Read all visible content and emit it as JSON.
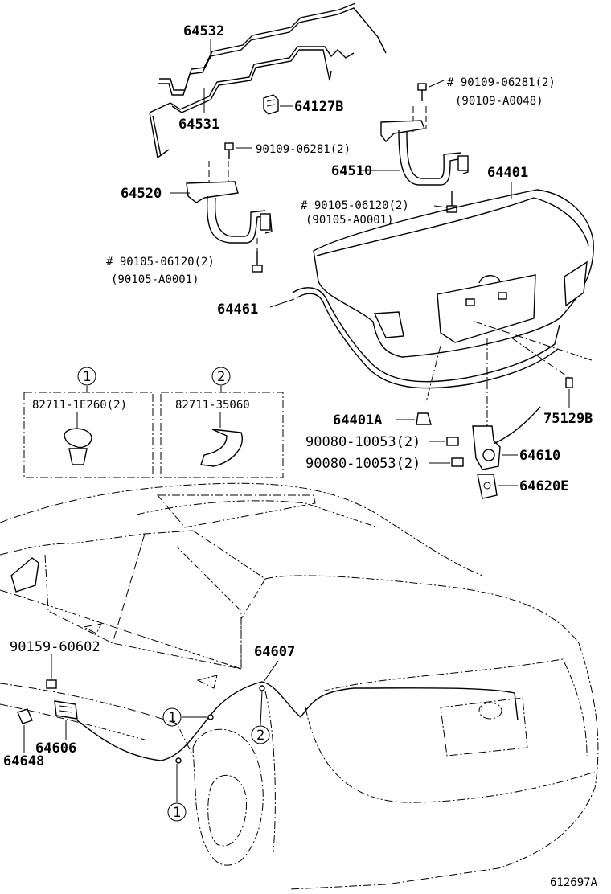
{
  "labels": {
    "p64532": "64532",
    "p64531": "64531",
    "p64127b": "64127B",
    "p90109_06281_top": "# 90109-06281(2)",
    "p90109_a0048": "(90109-A0048)",
    "p90109_06281_left": "90109-06281(2)",
    "p64510": "64510",
    "p64401": "64401",
    "p64520": "64520",
    "p90105_06120_right": "# 90105-06120(2)",
    "p90105_a0001_right": "(90105-A0001)",
    "p90105_06120_left": "# 90105-06120(2)",
    "p90105_a0001_left": "(90105-A0001)",
    "p64461": "64461",
    "callout1": "1",
    "callout2": "2",
    "p82711_1e260": "82711-1E260(2)",
    "p82711_35060": "82711-35060",
    "p64401a": "64401A",
    "p75129b": "75129B",
    "p90080_a": "90080-10053(2)",
    "p90080_b": "90080-10053(2)",
    "p64610": "64610",
    "p64620e": "64620E",
    "p90159_60602": "90159-60602",
    "p64607": "64607",
    "p64606": "64606",
    "p64648": "64648",
    "fig_no": "612697A"
  }
}
